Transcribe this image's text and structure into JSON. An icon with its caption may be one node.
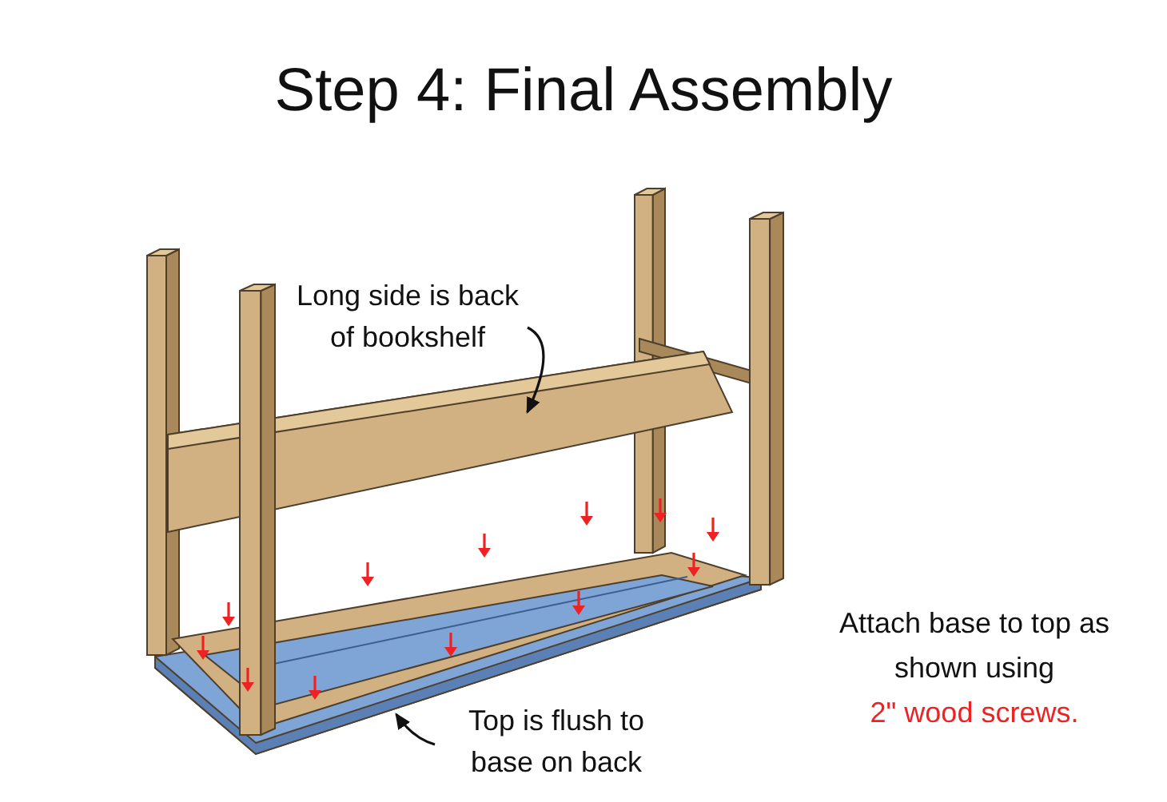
{
  "diagram": {
    "title": "Step 4: Final Assembly",
    "nodes": [
      {
        "text": [
          "Long side is back of bookshelf"
        ]
      },
      {
        "text": [],
        "shape": "box"
      },
      {
        "text": [
          "Top is flush to base on back"
        ]
      },
      {
        "text": [],
        "shape": "box"
      }
    ],
    "edges": [
      {
        "from": 0,
        "to": 1,
        "arrow": "to"
      },
      {
        "from": 2,
        "to": 3,
        "arrow": "to"
      }
    ],
    "labels": [
      "Attach base to top as shown using",
      "2\" wood screws."
    ]
  }
}
